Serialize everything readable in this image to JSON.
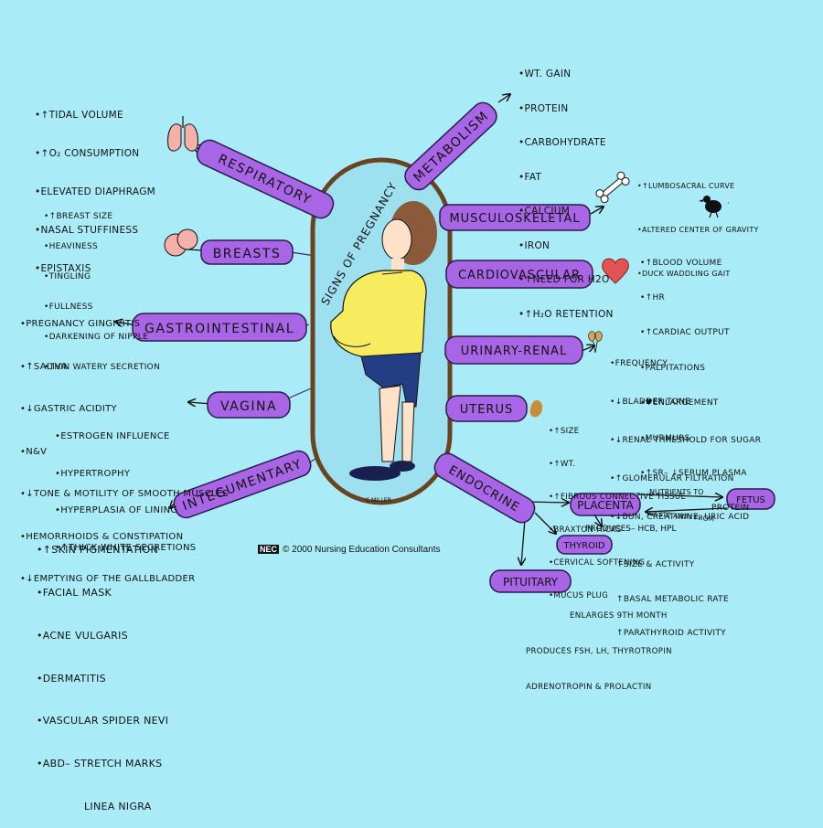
{
  "center_title": "SIGNS OF PREGNANCY",
  "signature": "C.MILLER",
  "credit": {
    "logo": "NEC",
    "text": "© 2000 Nursing Education Consultants"
  },
  "colors": {
    "background": "#a9ecf7",
    "label_fill": "#a866e6",
    "capsule_fill": "#9de0f0",
    "capsule_border": "#6a4320"
  },
  "systems": {
    "respiratory": {
      "label": "RESPIRATORY",
      "icon": "lungs-icon",
      "items": [
        "•↑TIDAL VOLUME",
        "•↑O₂ CONSUMPTION",
        "•ELEVATED DIAPHRAGM",
        "•NASAL STUFFINESS",
        "•EPISTAXIS"
      ]
    },
    "breasts": {
      "label": "BREASTS",
      "icon": "breasts-icon",
      "items": [
        "•↑BREAST SIZE",
        "•HEAVINESS",
        "•TINGLING",
        "•FULLNESS",
        "•DARKENING OF NIPPLE",
        "•THIN WATERY SECRETION"
      ]
    },
    "gastrointestinal": {
      "label": "GASTROINTESTINAL",
      "items": [
        "•PREGNANCY GINGIVITIS",
        "•↑SALIVA",
        "•↓GASTRIC ACIDITY",
        "•N&V",
        "•↓TONE & MOTILITY OF SMOOTH MUSCLES",
        "•HEMORRHOIDS & CONSTIPATION",
        "•↓EMPTYING OF THE GALLBLADDER"
      ]
    },
    "vagina": {
      "label": "VAGINA",
      "items": [
        "•ESTROGEN INFLUENCE",
        "•HYPERTROPHY",
        "•HYPERPLASIA OF LINING",
        "•↑THICK WHITE SECRETIONS"
      ]
    },
    "integumentary": {
      "label": "INTEGUMENTARY",
      "items": [
        "•↑SKIN PIGMENTATION",
        "•FACIAL MASK",
        "•ACNE VULGARIS",
        "•DERMATITIS",
        "•VASCULAR SPIDER NEVI",
        "•ABD– STRETCH MARKS",
        "LINEA NIGRA"
      ]
    },
    "metabolism": {
      "label": "METABOLISM",
      "items": [
        "•WT. GAIN",
        "•PROTEIN",
        "•CARBOHYDRATE",
        "•FAT",
        "•CALCIUM",
        "•IRON",
        "•↑NEED FOR H2O",
        "•↑H₂O RETENTION"
      ]
    },
    "musculoskeletal": {
      "label": "MUSCULOSKELETAL",
      "icon": "bone-icon",
      "items": [
        "•↑LUMBOSACRAL CURVE",
        "•ALTERED CENTER OF GRAVITY",
        "•DUCK WADDLING GAIT"
      ]
    },
    "cardiovascular": {
      "label": "CARDIOVASCULAR",
      "icon": "heart-icon",
      "items": [
        "•↑BLOOD VOLUME",
        "•↑HR",
        "•↑CARDIAC OUTPUT",
        "•PALPITATIONS",
        "•♥ENLARGEMENT",
        "•MURMURS",
        "•↑SR– ↓SERUM PLASMA",
        "PROTEIN"
      ]
    },
    "urinary_renal": {
      "label": "URINARY-RENAL",
      "icon": "kidney-icon",
      "items": [
        "•FREQUENCY",
        "•↓BLADDER TONE",
        "•↓RENAL THRESHOLD FOR SUGAR",
        "•↑GLOMERULAR FILTRATION",
        "•↓BUN, CREATININE, URIC ACID"
      ]
    },
    "uterus": {
      "label": "UTERUS",
      "icon": "uterus-icon",
      "items": [
        "•↑SIZE",
        "•↑WT.",
        "•↑FIBROUS CONNECTIVE TISSUE",
        "•BRAXTON HICKS",
        "•CERVICAL SOFTENING",
        "•MUCUS PLUG"
      ]
    },
    "endocrine": {
      "label": "ENDOCRINE",
      "placenta": "PLACENTA",
      "fetus": "FETUS",
      "nutrients_to": "NUTRIENTS TO",
      "waste_away_from": "WASTE AWAY FROM",
      "produces": "PRODUCES– HCB, HPL",
      "thyroid": "THYROID",
      "thyroid_items": [
        "↑SIZE & ACTIVITY",
        "↑BASAL METABOLIC RATE",
        "↑PARATHYROID ACTIVITY"
      ],
      "pituitary": "PITUITARY",
      "pituitary_items": [
        "ENLARGES 9TH MONTH",
        "PRODUCES FSH, LH, THYROTROPIN",
        "ADRENOTROPIN & PROLACTIN"
      ]
    }
  }
}
